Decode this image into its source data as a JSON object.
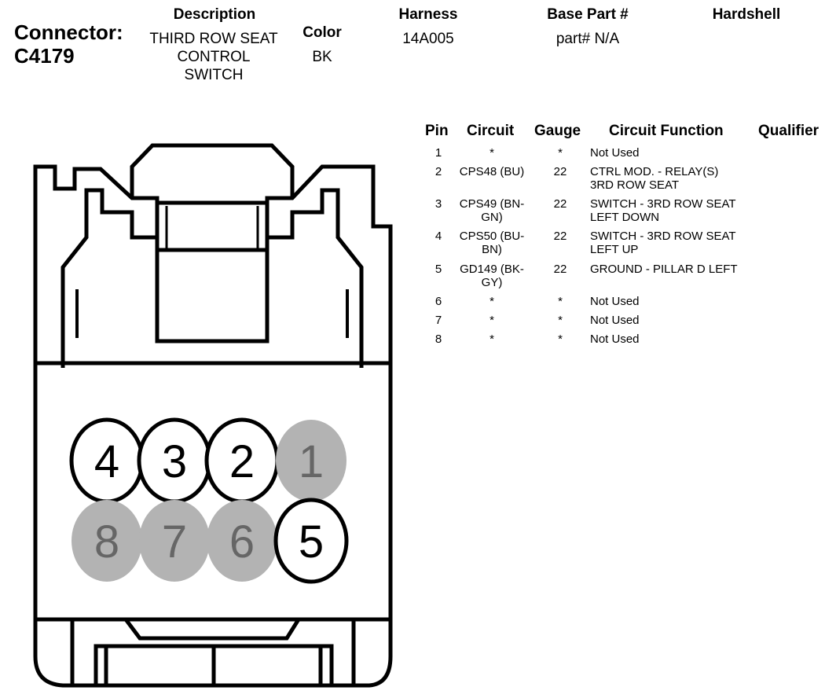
{
  "connector": {
    "label": "Connector:",
    "id": "C4179"
  },
  "fields": {
    "description_label": "Description",
    "description_lines": [
      "THIRD ROW SEAT",
      "CONTROL",
      "SWITCH"
    ],
    "color_label": "Color",
    "color_value": "BK",
    "harness_label": "Harness",
    "harness_value": "14A005",
    "base_part_label": "Base Part #",
    "base_part_value": "part# N/A",
    "hardshell_label": "Hardshell"
  },
  "table": {
    "headers": [
      "Pin",
      "Circuit",
      "Gauge",
      "Circuit Function",
      "Qualifier"
    ],
    "rows": [
      {
        "pin": "1",
        "circuit": "*",
        "gauge": "*",
        "function": "Not Used",
        "qualifier": ""
      },
      {
        "pin": "2",
        "circuit": "CPS48 (BU)",
        "gauge": "22",
        "function": "CTRL MOD. - RELAY(S)\n3RD ROW SEAT",
        "qualifier": ""
      },
      {
        "pin": "3",
        "circuit": "CPS49 (BN-\nGN)",
        "gauge": "22",
        "function": "SWITCH - 3RD ROW SEAT\nLEFT DOWN",
        "qualifier": ""
      },
      {
        "pin": "4",
        "circuit": "CPS50 (BU-\nBN)",
        "gauge": "22",
        "function": "SWITCH - 3RD ROW SEAT\nLEFT UP",
        "qualifier": ""
      },
      {
        "pin": "5",
        "circuit": "GD149 (BK-\nGY)",
        "gauge": "22",
        "function": "GROUND - PILLAR D LEFT",
        "qualifier": ""
      },
      {
        "pin": "6",
        "circuit": "*",
        "gauge": "*",
        "function": "Not Used",
        "qualifier": ""
      },
      {
        "pin": "7",
        "circuit": "*",
        "gauge": "*",
        "function": "Not Used",
        "qualifier": ""
      },
      {
        "pin": "8",
        "circuit": "*",
        "gauge": "*",
        "function": "Not Used",
        "qualifier": ""
      }
    ]
  },
  "cavities": [
    {
      "label": "4",
      "used": true
    },
    {
      "label": "3",
      "used": true
    },
    {
      "label": "2",
      "used": true
    },
    {
      "label": "1",
      "used": false
    },
    {
      "label": "8",
      "used": false
    },
    {
      "label": "7",
      "used": false
    },
    {
      "label": "6",
      "used": false
    },
    {
      "label": "5",
      "used": true
    }
  ],
  "colors": {
    "line": "#000000",
    "unused_fill": "#b3b3b3",
    "unused_text": "#666666"
  }
}
